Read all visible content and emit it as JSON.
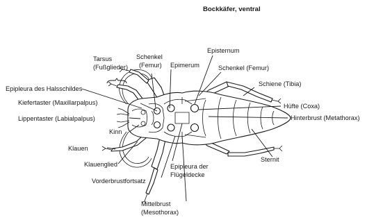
{
  "title": "Bockkäfer, ventral",
  "labels": {
    "tarsus_1": "Tarsus",
    "tarsus_2": "(Fußglieder)",
    "schenkel_left_1": "Schenkel",
    "schenkel_left_2": "(Femur)",
    "epimerum": "Epimerum",
    "episternum": "Episternum",
    "schenkel_right": "Schenkel (Femur)",
    "schiene": "Schiene (Tibia)",
    "epipleura_halsschild": "Epipleura des Halsschildes",
    "kiefertaster": "Kiefertaster (Maxillarpalpus)",
    "lippentaster": "Lippentaster (Labialpalpus)",
    "huefte": "Hüfte (Coxa)",
    "hinterbrust": "Hinterbrust (Metathorax)",
    "kinn": "Kinn",
    "klauen": "Klauen",
    "klauenglied": "Klauenglied",
    "sternit": "Sternit",
    "epipleura_fluegel_1": "Epipleura der",
    "epipleura_fluegel_2": "Flügeldecke",
    "vorderbrust": "Vorderbrustfortsatz",
    "mittelbrust_1": "Mittelbrust",
    "mittelbrust_2": "(Mesothorax)"
  }
}
